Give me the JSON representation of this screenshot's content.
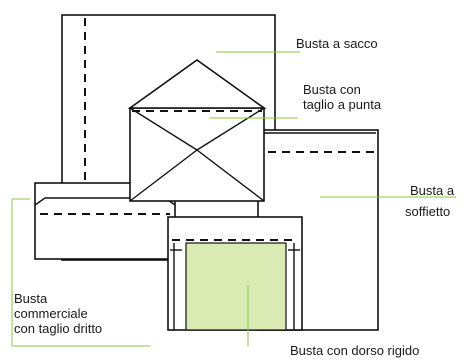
{
  "diagram": {
    "labels": {
      "busta_a_sacco": "Busta a sacco",
      "busta_con_taglio_line1": "Busta con",
      "busta_con_taglio_line2": "taglio a punta",
      "busta_a_soffietto_line1": "Busta a",
      "busta_a_soffietto_line2": "soffietto",
      "busta_commerciale_line1": "Busta",
      "busta_commerciale_line2": "commerciale",
      "busta_commerciale_line3": "con taglio dritto",
      "busta_dorso_rigido": "Busta con dorso rigido"
    },
    "colors": {
      "leader_line": "#8cc63f",
      "rigid_back_fill": "#d9ebb3",
      "outline": "#111111"
    }
  }
}
